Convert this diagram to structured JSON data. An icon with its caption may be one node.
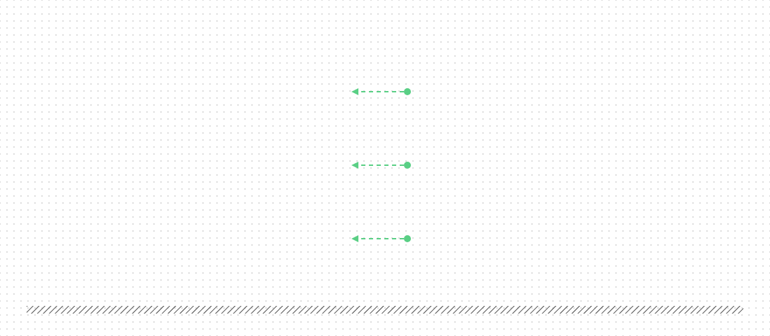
{
  "diagram": {
    "nodes": [
      {
        "text": [],
        "shape": "circle"
      },
      {
        "text": [],
        "shape": "circle"
      },
      {
        "text": [],
        "shape": "circle"
      }
    ],
    "edges": [
      {
        "from": 0,
        "to": null,
        "arrow": "to",
        "style": "dashed"
      },
      {
        "from": 1,
        "to": null,
        "arrow": "to",
        "style": "dashed"
      },
      {
        "from": 2,
        "to": null,
        "arrow": "to",
        "style": "dashed"
      }
    ]
  }
}
